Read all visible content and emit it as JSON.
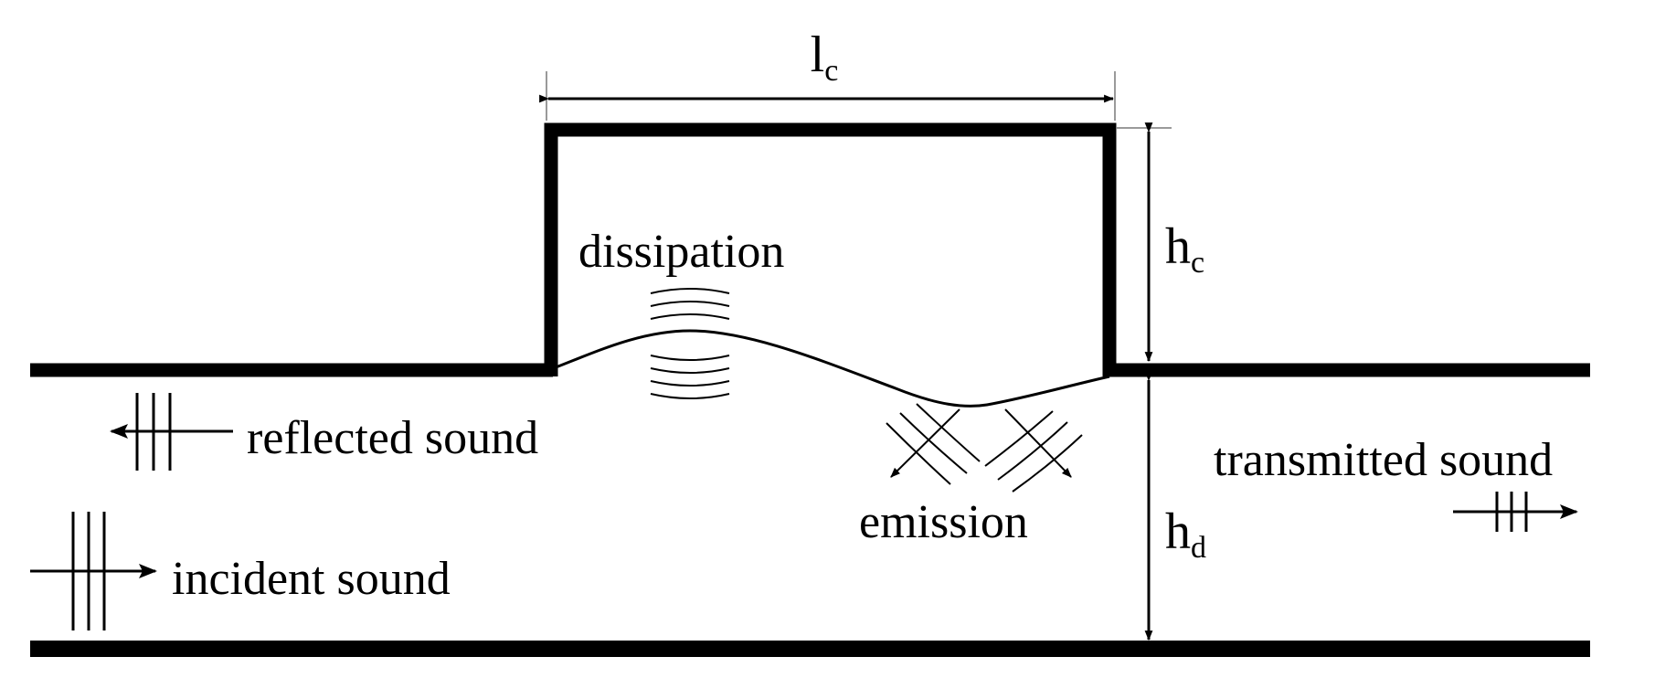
{
  "dimensions": {
    "cavity_length": {
      "symbol": "l",
      "subscript": "c"
    },
    "cavity_height": {
      "symbol": "h",
      "subscript": "c"
    },
    "duct_height": {
      "symbol": "h",
      "subscript": "d"
    }
  },
  "labels": {
    "dissipation": "dissipation",
    "emission": "emission",
    "reflected": "reflected sound",
    "incident": "incident sound",
    "transmitted": "transmitted sound"
  },
  "colors": {
    "stroke": "#000000",
    "extension_line": "#9a9a9a",
    "background": "#ffffff"
  }
}
